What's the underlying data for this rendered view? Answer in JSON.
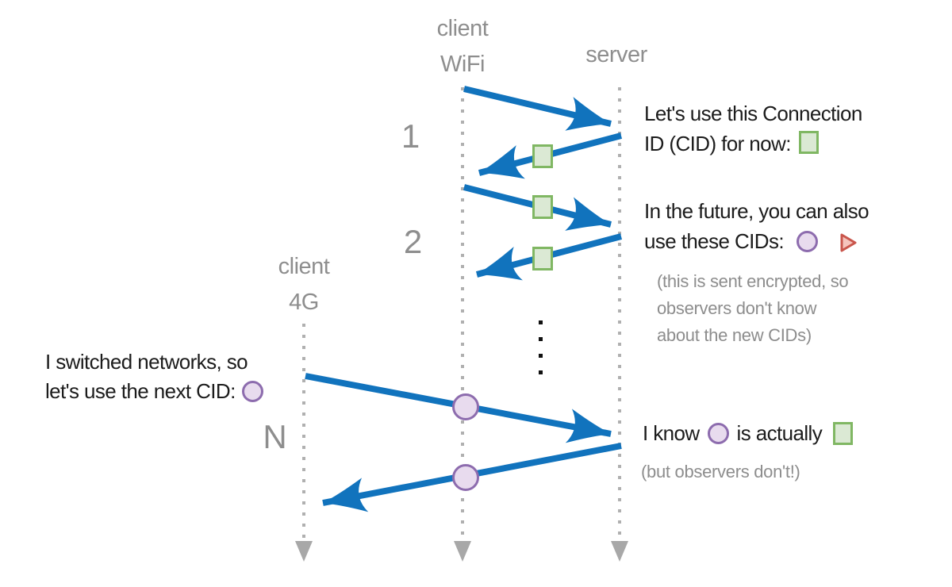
{
  "colors": {
    "arrow_blue": "#1173bd",
    "lifeline_gray": "#b0b0b0",
    "label_gray": "#8e8e8e",
    "text_black": "#1c1c1c",
    "note_gray": "#8d8d8d",
    "green_fill": "#dbe9d4",
    "green_border": "#80b763",
    "purple_fill": "#e8dbee",
    "purple_border": "#8d6cae",
    "red_fill": "#f5c4bd",
    "red_border": "#c9564c",
    "end_arrow_gray": "#a8a8a8",
    "ellipsis_black": "#111111"
  },
  "lanes": {
    "client_wifi": {
      "line1": "client",
      "line2": "WiFi"
    },
    "server": {
      "label": "server"
    },
    "client_4g": {
      "line1": "client",
      "line2": "4G"
    }
  },
  "sequence": {
    "step1": "1",
    "step2": "2",
    "stepN": "N"
  },
  "annotations": {
    "msg1": {
      "line1": "Let's use this Connection",
      "line2": "ID (CID) for now:"
    },
    "msg2": {
      "line1": "In the future, you can also",
      "line2": "use these CIDs:"
    },
    "note1": {
      "line1": "(this is sent encrypted, so",
      "line2": "observers don't know",
      "line3": "about the new CIDs)"
    },
    "msg3": {
      "line1": "I switched networks, so",
      "line2": "let's use the next CID:"
    },
    "msg4": {
      "part1": "I know",
      "part2": "is actually"
    },
    "note2": "(but observers don't!)"
  }
}
